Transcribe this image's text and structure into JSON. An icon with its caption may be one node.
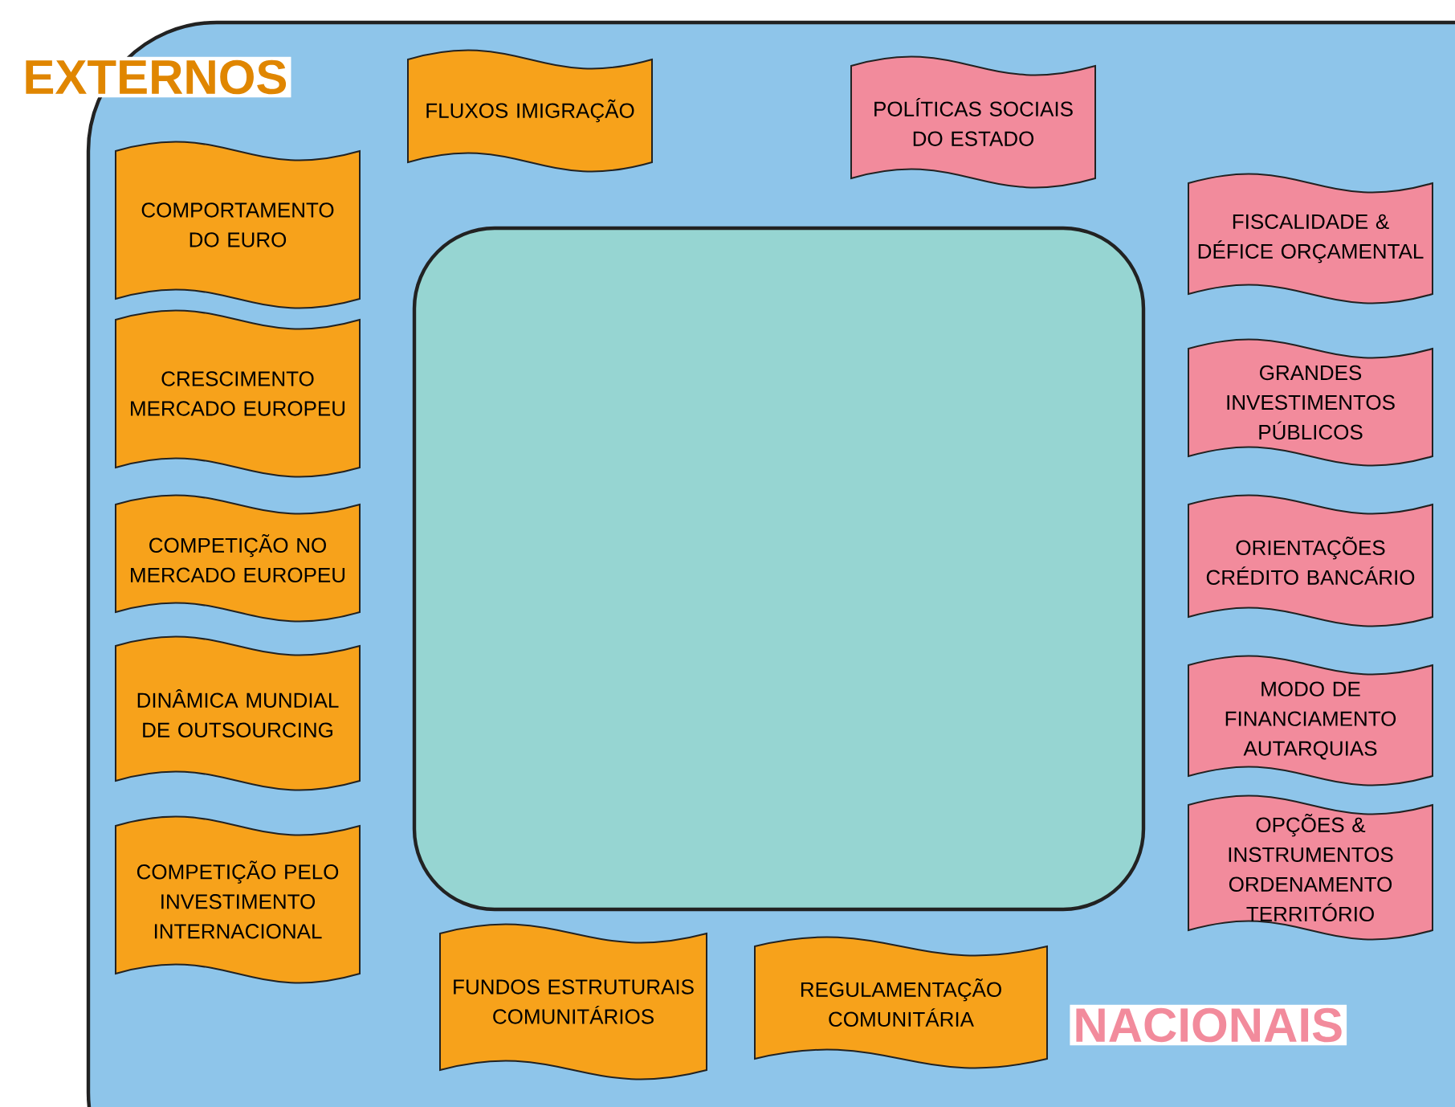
{
  "diagram": {
    "nodes": [
      {
        "text": [
          "FLUXOS IMIGRAÇÃO"
        ]
      },
      {
        "text": [
          "POLÍTICAS SOCIAIS DO ESTADO"
        ]
      },
      {
        "text": [
          "COMPORTAMENTO DO EURO"
        ]
      },
      {
        "text": [
          "CRESCIMENTO MERCADO EUROPEU"
        ]
      },
      {
        "text": [
          "COMPETIÇÃO NO MERCADO EUROPEU"
        ]
      },
      {
        "text": [
          "DINÂMICA MUNDIAL DE OUTSOURCING"
        ]
      },
      {
        "text": [
          "COMPETIÇÃO PELO INVESTIMENTO INTERNACIONAL"
        ]
      },
      {
        "text": [
          "FISCALIDADE & DÉFICE ORÇAMENTAL"
        ]
      },
      {
        "text": [
          "GRANDES INVESTIMENTOS PÚBLICOS"
        ]
      },
      {
        "text": [
          "ORIENTAÇÕES CRÉDITO BANCÁRIO"
        ]
      },
      {
        "text": [
          "MODO DE FINANCIAMENTO AUTARQUIAS"
        ]
      },
      {
        "text": [
          "OPÇÕES & INSTRUMENTOS ORDENAMENTO TERRITÓRIO"
        ]
      },
      {
        "text": [
          "FUNDOS ESTRUTURAIS COMUNITÁRIOS"
        ]
      },
      {
        "text": [
          "REGULAMENTAÇÃO COMUNITÁRIA"
        ]
      }
    ],
    "labels": [
      "EXTERNOS",
      "NACIONAIS"
    ]
  }
}
